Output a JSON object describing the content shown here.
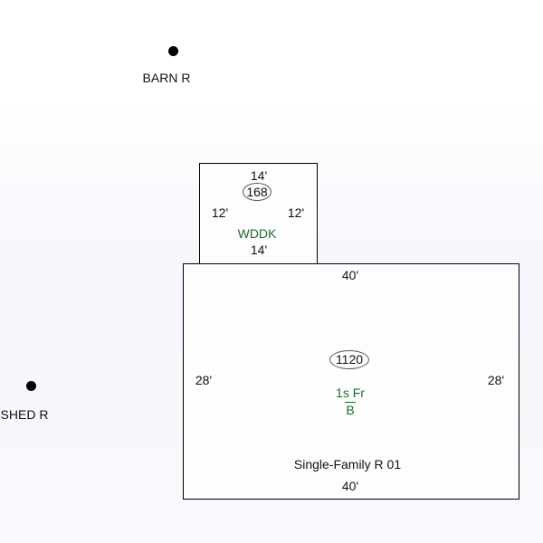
{
  "markers": {
    "barn": {
      "label": "BARN R"
    },
    "shed": {
      "label": "SHED R"
    }
  },
  "deck": {
    "top_dim": "14'",
    "bottom_dim": "14'",
    "left_dim": "12'",
    "right_dim": "12'",
    "area": "168",
    "code": "WDDK"
  },
  "house": {
    "top_dim": "40'",
    "bottom_dim": "40'",
    "left_dim": "28'",
    "right_dim": "28'",
    "area": "1120",
    "story_label": "1s Fr",
    "basement_label": "B",
    "description": "Single-Family R 01"
  },
  "colors": {
    "outline": "#000000",
    "code_text": "#1d6b2a"
  }
}
